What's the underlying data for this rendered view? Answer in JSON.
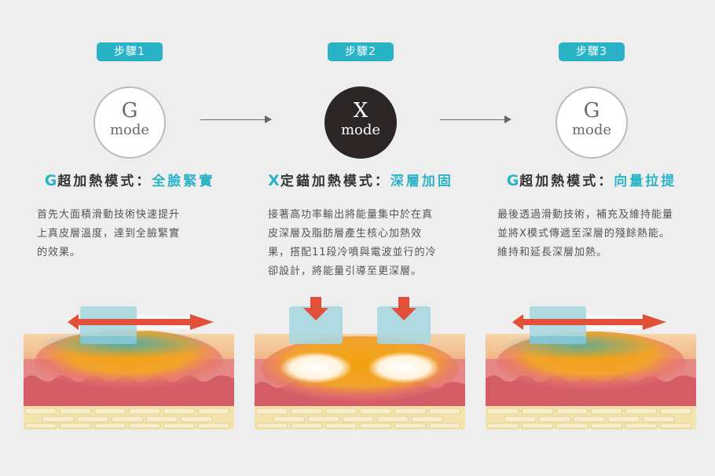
{
  "steps": [
    {
      "badge": "步驟1",
      "mode_letter": "G",
      "mode_word": "mode",
      "heading_letter": "G",
      "heading_text": "超加熱模式：",
      "heading_emph": "全臉緊實",
      "desc_lines": [
        "首先大面積滑動技術快速提升",
        "上真皮層溫度，達到全臉緊實",
        "的效果。"
      ]
    },
    {
      "badge": "步驟2",
      "mode_letter": "X",
      "mode_word": "mode",
      "heading_letter": "X",
      "heading_text": "定錨加熱模式：",
      "heading_emph": "深層加固",
      "desc_lines": [
        "接著高功率輸出將能量集中於在真",
        "皮深層及脂肪層產生核心加熱效",
        "果，搭配11段冷噴與電波並行的冷",
        "卻設計，將能量引導至更深層。"
      ]
    },
    {
      "badge": "步驟3",
      "mode_letter": "G",
      "mode_word": "mode",
      "heading_letter": "G",
      "heading_text": "超加熱模式：",
      "heading_emph": "向量拉提",
      "desc_lines": [
        "最後透過滑動技術，補充及維持能量",
        "並將X模式傳遞至深層的殘餘熱能。",
        "維持和延長深層加熱。"
      ]
    }
  ],
  "colors": {
    "accent": "#2ab3c6",
    "dark_circle": "#2b2625",
    "arrow_red": "#e2503a",
    "skin_top": "#f3c79a",
    "skin_red": "#d9606a",
    "fat": "#f5e2a6",
    "heat_core": "#e8a010",
    "cool_blue": "#3fb3c7"
  }
}
